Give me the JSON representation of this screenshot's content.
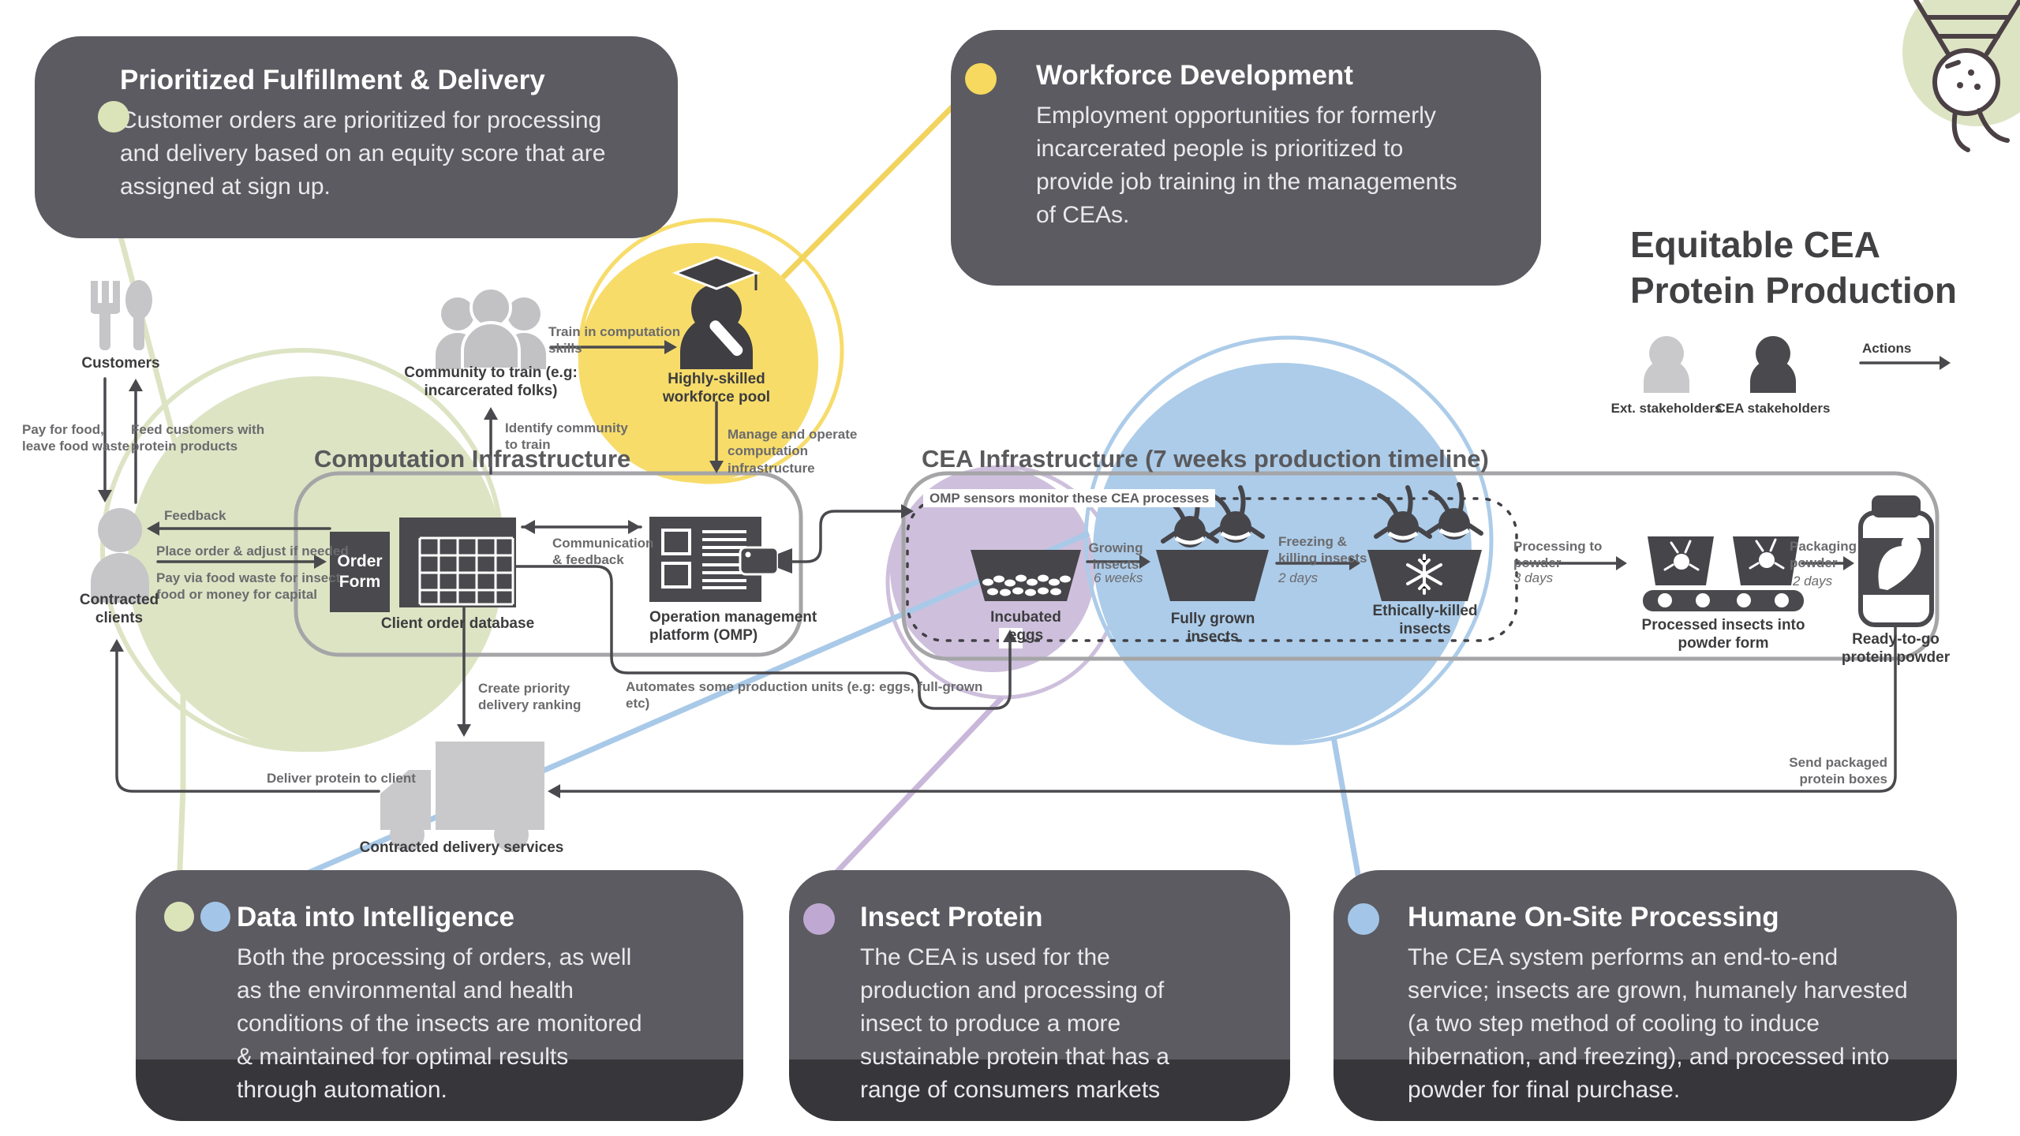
{
  "title": {
    "line1": "Equitable CEA",
    "line2": "Protein Production"
  },
  "legend": {
    "ext_label": "Ext. stakeholders",
    "cea_label": "CEA stakeholders",
    "actions_label": "Actions"
  },
  "sections": {
    "computation_title": "Computation Infrastructure",
    "cea_title": "CEA Infrastructure (7 weeks production timeline)",
    "omp_sensors_note": "OMP sensors monitor these CEA processes"
  },
  "callouts": {
    "fulfillment": {
      "title": "Prioritized Fulfillment & Delivery",
      "body": "Customer orders are prioritized for processing and delivery based on an equity score that are assigned at sign up."
    },
    "workforce": {
      "title": "Workforce Development",
      "body": "Employment opportunities for formerly incarcerated people is prioritized to provide job training in the managements of CEAs."
    },
    "data_intelligence": {
      "title": "Data into Intelligence",
      "body": "Both the processing of orders, as well as the environmental and health conditions of the insects are monitored & maintained for optimal results through automation."
    },
    "insect_protein": {
      "title": "Insect Protein",
      "body": "The CEA is used for the production and processing of insect to produce a more sustainable protein that has a range of consumers markets"
    },
    "humane": {
      "title": "Humane On-Site Processing",
      "body": "The CEA system performs an end-to-end service; insects are grown, humanely harvested (a two step method of cooling to induce hibernation, and freezing), and processed into powder for final purchase."
    }
  },
  "nodes": {
    "customers": "Customers",
    "contracted_clients": "Contracted clients",
    "community": "Community to train (e.g: incarcerated folks)",
    "workforce_pool": "Highly-skilled workforce pool",
    "order_form": "Order Form",
    "client_db": "Client order database",
    "omp": "Operation management platform (OMP)",
    "incubated_eggs": "Incubated eggs",
    "grown_insects": "Fully grown insects",
    "killed_insects": "Ethically-killed insects",
    "processed_insects": "Processed insects into powder form",
    "protein_powder": "Ready-to-go protein powder",
    "delivery": "Contracted delivery services"
  },
  "flows": {
    "pay_food": "Pay for food, leave food waste",
    "feed_customers": "Feed customers with protein products",
    "feedback": "Feedback",
    "place_order": "Place order & adjust if needed",
    "pay_via": "Pay via food waste for insect food or money for capital",
    "identify": "Identify community to train",
    "train": "Train in computation skills",
    "manage": "Manage and operate computation infrastructure",
    "comm_feedback": "Communication & feedback",
    "growing": "Growing insects",
    "growing_time": "6 weeks",
    "freezing": "Freezing & killing insects",
    "freezing_time": "2 days",
    "processing": "Processing to powder",
    "processing_time": "3 days",
    "packaging": "Packaging powder",
    "packaging_time": "2 days",
    "create_priority": "Create priority delivery ranking",
    "automates": "Automates some production units (e.g: eggs, full-grown etc)",
    "deliver": "Deliver protein to client",
    "send_packaged": "Send packaged protein boxes"
  },
  "colors": {
    "accent_green": "#dde4c4",
    "accent_yellow": "#f7dc6a",
    "accent_purple": "#cec0dc",
    "accent_blue": "#accce9",
    "callout_bg": "#5c5b61",
    "callout_band": "#37363b",
    "ink": "#4a494d"
  }
}
